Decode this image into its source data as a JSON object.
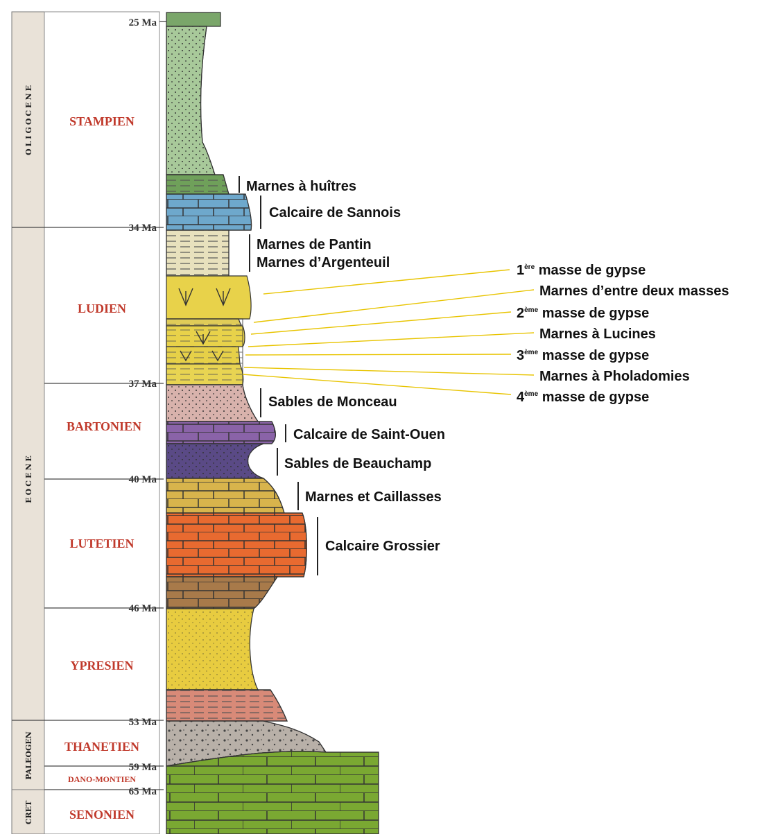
{
  "eras": [
    {
      "id": "oligocene",
      "label": "OLIGOCENE"
    },
    {
      "id": "eocene",
      "label": "EOCENE"
    },
    {
      "id": "paleogen",
      "label": "PALEOGEN"
    },
    {
      "id": "cret",
      "label": "CRET"
    }
  ],
  "stages": [
    {
      "id": "stampien",
      "label": "STAMPIEN"
    },
    {
      "id": "ludien",
      "label": "LUDIEN"
    },
    {
      "id": "bartonien",
      "label": "BARTONIEN"
    },
    {
      "id": "lutetien",
      "label": "LUTETIEN"
    },
    {
      "id": "ypresien",
      "label": "YPRESIEN"
    },
    {
      "id": "thanetien",
      "label": "THANETIEN"
    },
    {
      "id": "dano",
      "label": "DANO-MONTIEN"
    },
    {
      "id": "senonien",
      "label": "SENONIEN"
    }
  ],
  "ages": [
    "25 Ma",
    "34 Ma",
    "37 Ma",
    "40 Ma",
    "46 Ma",
    "53 Ma",
    "59 Ma",
    "65 Ma"
  ],
  "units": {
    "marnes_huitres": "Marnes à huîtres",
    "calcaire_sannois": "Calcaire de Sannois",
    "marnes_pantin": "Marnes de Pantin",
    "marnes_argenteuil": "Marnes d’Argenteuil",
    "sables_monceau": "Sables de Monceau",
    "calcaire_saint_ouen": "Calcaire de Saint-Ouen",
    "sables_beauchamp": "Sables de Beauchamp",
    "marnes_caillasses": "Marnes et Caillasses",
    "calcaire_grossier": "Calcaire Grossier"
  },
  "gypse": {
    "g1_num": "1",
    "g1_sup": "ère",
    "g1_text": " masse de gypse",
    "m1": "Marnes d’entre deux masses",
    "g2_num": "2",
    "g2_sup": "ème",
    "g2_text": " masse de gypse",
    "m2": "Marnes à Lucines",
    "g3_num": "3",
    "g3_sup": "ème",
    "g3_text": " masse de gypse",
    "m3": "Marnes à Pholadomies",
    "g4_num": "4",
    "g4_sup": "ème",
    "g4_text": " masse de gypse"
  },
  "colors": {
    "stage_text": "#c0392b",
    "leader": "#e8c400",
    "era_fill": "#e9e2d8"
  }
}
